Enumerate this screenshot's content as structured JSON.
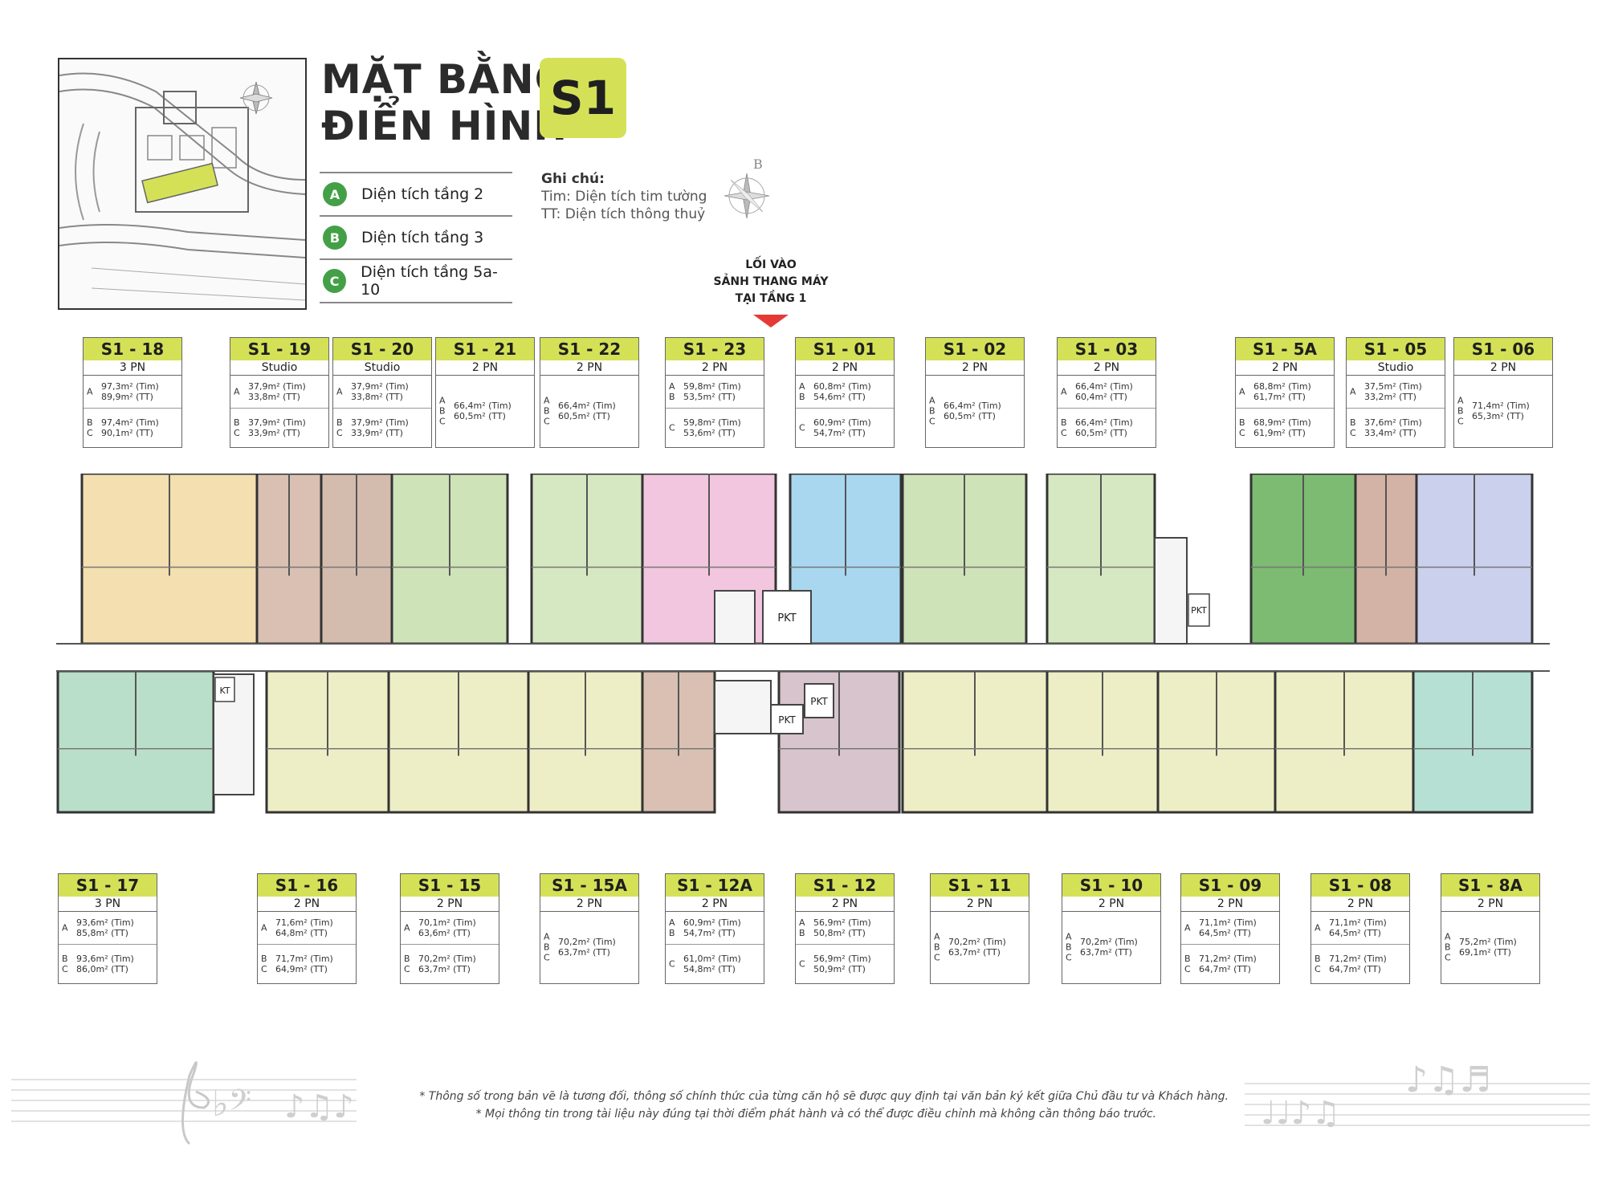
{
  "title": {
    "line1": "MẶT BẰNG",
    "line2": "ĐIỂN HÌNH",
    "badge": "S1"
  },
  "legend": [
    {
      "letter": "A",
      "text": "Diện tích tầng 2"
    },
    {
      "letter": "B",
      "text": "Diện tích tầng 3"
    },
    {
      "letter": "C",
      "text": "Diện tích tầng 5a-10"
    }
  ],
  "note": {
    "heading": "Ghi chú:",
    "line1": "Tim: Diện tích tim tường",
    "line2": "TT: Diện tích thông thuỷ"
  },
  "compass_letter": "B",
  "entrance": {
    "line1": "LỐI VÀO",
    "line2": "SẢNH THANG MÁY",
    "line3": "TẠI TẦNG 1"
  },
  "rooms": {
    "pkt": "PKT",
    "kt": "KT"
  },
  "units_top": [
    {
      "name": "S1 - 18",
      "type": "3 PN",
      "rows": [
        {
          "letters": "A",
          "values": "97,3m² (Tim)\n89,9m² (TT)"
        },
        {
          "letters": "B\nC",
          "values": "97,4m² (Tim)\n90,1m² (TT)"
        }
      ]
    },
    {
      "name": "S1 - 19",
      "type": "Studio",
      "rows": [
        {
          "letters": "A",
          "values": "37,9m² (Tim)\n33,8m² (TT)"
        },
        {
          "letters": "B\nC",
          "values": "37,9m² (Tim)\n33,9m² (TT)"
        }
      ]
    },
    {
      "name": "S1 - 20",
      "type": "Studio",
      "rows": [
        {
          "letters": "A",
          "values": "37,9m² (Tim)\n33,8m² (TT)"
        },
        {
          "letters": "B\nC",
          "values": "37,9m² (Tim)\n33,9m² (TT)"
        }
      ]
    },
    {
      "name": "S1 - 21",
      "type": "2 PN",
      "rows": [
        {
          "letters": "A\nB\nC",
          "values": "66,4m² (Tim)\n60,5m² (TT)"
        }
      ]
    },
    {
      "name": "S1 - 22",
      "type": "2 PN",
      "rows": [
        {
          "letters": "A\nB\nC",
          "values": "66,4m² (Tim)\n60,5m² (TT)"
        }
      ]
    },
    {
      "name": "S1 - 23",
      "type": "2 PN",
      "rows": [
        {
          "letters": "A\nB",
          "values": "59,8m² (Tim)\n53,5m² (TT)"
        },
        {
          "letters": "C",
          "values": "59,8m² (Tim)\n53,6m² (TT)"
        }
      ]
    },
    {
      "name": "S1 - 01",
      "type": "2 PN",
      "rows": [
        {
          "letters": "A\nB",
          "values": "60,8m² (Tim)\n54,6m² (TT)"
        },
        {
          "letters": "C",
          "values": "60,9m² (Tim)\n54,7m² (TT)"
        }
      ]
    },
    {
      "name": "S1 - 02",
      "type": "2 PN",
      "rows": [
        {
          "letters": "A\nB\nC",
          "values": "66,4m² (Tim)\n60,5m² (TT)"
        }
      ]
    },
    {
      "name": "S1 - 03",
      "type": "2 PN",
      "rows": [
        {
          "letters": "A",
          "values": "66,4m² (Tim)\n60,4m² (TT)"
        },
        {
          "letters": "B\nC",
          "values": "66,4m² (Tim)\n60,5m² (TT)"
        }
      ]
    },
    {
      "name": "S1 - 5A",
      "type": "2 PN",
      "rows": [
        {
          "letters": "A",
          "values": "68,8m² (Tim)\n61,7m² (TT)"
        },
        {
          "letters": "B\nC",
          "values": "68,9m² (Tim)\n61,9m² (TT)"
        }
      ]
    },
    {
      "name": "S1 - 05",
      "type": "Studio",
      "rows": [
        {
          "letters": "A",
          "values": "37,5m² (Tim)\n33,2m² (TT)"
        },
        {
          "letters": "B\nC",
          "values": "37,6m² (Tim)\n33,4m² (TT)"
        }
      ]
    },
    {
      "name": "S1 - 06",
      "type": "2 PN",
      "rows": [
        {
          "letters": "A\nB\nC",
          "values": "71,4m² (Tim)\n65,3m² (TT)"
        }
      ]
    }
  ],
  "units_bottom": [
    {
      "name": "S1 - 17",
      "type": "3 PN",
      "rows": [
        {
          "letters": "A",
          "values": "93,6m² (Tim)\n85,8m² (TT)"
        },
        {
          "letters": "B\nC",
          "values": "93,6m² (Tim)\n86,0m² (TT)"
        }
      ]
    },
    {
      "name": "S1 - 16",
      "type": "2 PN",
      "rows": [
        {
          "letters": "A",
          "values": "71,6m² (Tim)\n64,8m² (TT)"
        },
        {
          "letters": "B\nC",
          "values": "71,7m² (Tim)\n64,9m² (TT)"
        }
      ]
    },
    {
      "name": "S1 - 15",
      "type": "2 PN",
      "rows": [
        {
          "letters": "A",
          "values": "70,1m² (Tim)\n63,6m² (TT)"
        },
        {
          "letters": "B\nC",
          "values": "70,2m² (Tim)\n63,7m² (TT)"
        }
      ]
    },
    {
      "name": "S1 - 15A",
      "type": "2 PN",
      "rows": [
        {
          "letters": "A\nB\nC",
          "values": "70,2m² (Tim)\n63,7m² (TT)"
        }
      ]
    },
    {
      "name": "S1 - 12A",
      "type": "2 PN",
      "rows": [
        {
          "letters": "A\nB",
          "values": "60,9m² (Tim)\n54,7m² (TT)"
        },
        {
          "letters": "C",
          "values": "61,0m² (Tim)\n54,8m² (TT)"
        }
      ]
    },
    {
      "name": "S1 - 12",
      "type": "2 PN",
      "rows": [
        {
          "letters": "A\nB",
          "values": "56,9m² (Tim)\n50,8m² (TT)"
        },
        {
          "letters": "C",
          "values": "56,9m² (Tim)\n50,9m² (TT)"
        }
      ]
    },
    {
      "name": "S1 - 11",
      "type": "2 PN",
      "rows": [
        {
          "letters": "A\nB\nC",
          "values": "70,2m² (Tim)\n63,7m² (TT)"
        }
      ]
    },
    {
      "name": "S1 - 10",
      "type": "2 PN",
      "rows": [
        {
          "letters": "A\nB\nC",
          "values": "70,2m² (Tim)\n63,7m² (TT)"
        }
      ]
    },
    {
      "name": "S1 - 09",
      "type": "2 PN",
      "rows": [
        {
          "letters": "A",
          "values": "71,1m² (Tim)\n64,5m² (TT)"
        },
        {
          "letters": "B\nC",
          "values": "71,2m² (Tim)\n64,7m² (TT)"
        }
      ]
    },
    {
      "name": "S1 - 08",
      "type": "2 PN",
      "rows": [
        {
          "letters": "A",
          "values": "71,1m² (Tim)\n64,5m² (TT)"
        },
        {
          "letters": "B\nC",
          "values": "71,2m² (Tim)\n64,7m² (TT)"
        }
      ]
    },
    {
      "name": "S1 - 8A",
      "type": "2 PN",
      "rows": [
        {
          "letters": "A\nB\nC",
          "values": "75,2m² (Tim)\n69,1m² (TT)"
        }
      ]
    }
  ],
  "plan_colors": {
    "top": [
      "#f3dfb0",
      "#d9c0b2",
      "#d3bcae",
      "#cfe3b8",
      "#d6e8c1",
      "#f1c6de",
      "#a9d7ef",
      "#cfe3b8",
      "#d6e8c1",
      "#7dbb72",
      "#d3b3a5",
      "#cbd0ec"
    ],
    "bottom": [
      "#b9dec9",
      "#eeeec6",
      "#eeeec6",
      "#eeeec6",
      "#d9c0b2",
      "#d7c4cc",
      "#eeeec6",
      "#eeeec6",
      "#eeeec6",
      "#eeeec6",
      "#b6e0d3"
    ]
  },
  "footnotes": {
    "line1": "* Thông số trong bản vẽ là tương đối, thông số chính thức của từng căn hộ sẽ được quy định tại văn bản ký kết giữa Chủ đầu tư và Khách hàng.",
    "line2": "* Mọi thông tin trong tài liệu này đúng tại thời điểm phát hành và có thể được điều chỉnh mà không cần thông báo trước."
  }
}
